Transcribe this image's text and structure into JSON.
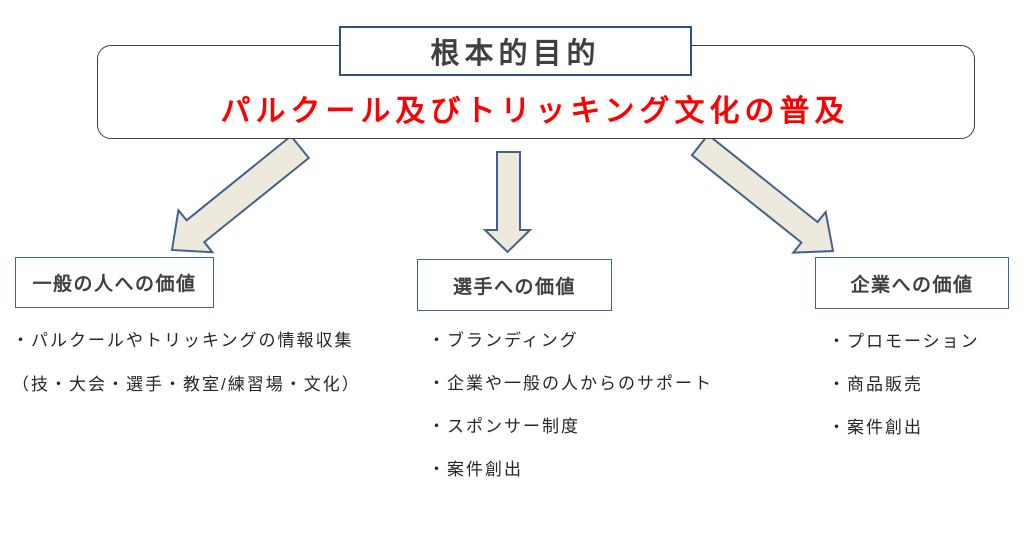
{
  "diagram": {
    "root": {
      "title": "根本的目的",
      "subtitle": "パルクール及びトリッキング文化の普及"
    },
    "branches": [
      {
        "heading": "一般の人への価値",
        "items": [
          "・パルクールやトリッキングの情報収集",
          "（技・大会・選手・教室/練習場・文化）"
        ]
      },
      {
        "heading": "選手への価値",
        "items": [
          "・ブランディング",
          "・企業や一般の人からのサポート",
          "・スポンサー制度",
          "・案件創出"
        ]
      },
      {
        "heading": "企業への価値",
        "items": [
          "・プロモーション",
          "・商品販売",
          "・案件創出"
        ]
      }
    ],
    "colors": {
      "subtitle_red": "#FF0000",
      "arrow_fill": "#EDE9DC",
      "arrow_stroke": "#44618C",
      "branch_box_border": "#41618E",
      "title_box_border": "#2E527E",
      "outer_box_border": "#3F3F3F",
      "heading_text": "#404040",
      "body_text": "#262626"
    }
  }
}
